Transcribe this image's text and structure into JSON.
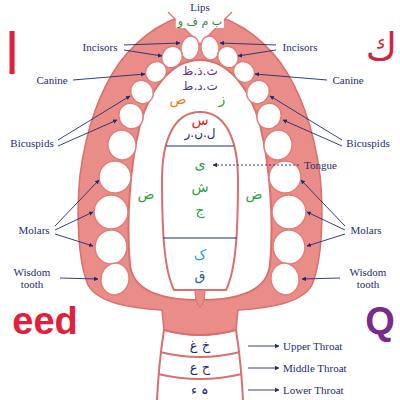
{
  "diagram": {
    "labels": [
      "Lips",
      "ب م ف و",
      "ا",
      "ك",
      "Incisors",
      "Incisors",
      "ث.ذ.ظ",
      "Canine",
      "Canine",
      "ت.د.ط",
      "ص",
      "ز",
      "س",
      "ل.ن.ر",
      "Bicuspids",
      "Bicuspids",
      "ی",
      "Tongue",
      "ض",
      "ش",
      "ض",
      "ج",
      "Molars",
      "Molars",
      "ک",
      "Wisdom tooth",
      "Wisdom tooth",
      "ق",
      "eed",
      "Q",
      "خ غ",
      "Upper Throat",
      "ح ع",
      "Middle Throat",
      "ہ ء",
      "Lower Throat"
    ]
  }
}
